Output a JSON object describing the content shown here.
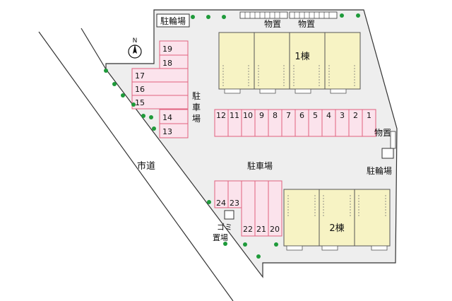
{
  "labels": {
    "bicycle_top": "駐輪場",
    "storage_1": "物置",
    "storage_2": "物置",
    "building_1": "1棟",
    "parking_vertical": "駐車場",
    "storage_right": "物置",
    "bicycle_right": "駐輪場",
    "parking_center": "駐車場",
    "city_road": "市道",
    "garbage": "ゴミ置場",
    "building_2": "2棟"
  },
  "compass": {
    "letter": "N"
  },
  "parking": {
    "left_column": [
      "19",
      "18",
      "17",
      "16",
      "15",
      "14",
      "13"
    ],
    "center_row": [
      "12",
      "11",
      "10",
      "9",
      "8",
      "7",
      "6",
      "5",
      "4",
      "3",
      "2",
      "1"
    ],
    "bottom_upper": [
      "24",
      "23"
    ],
    "bottom_lower": [
      "22",
      "21",
      "20"
    ]
  },
  "colors": {
    "parking_fill": "#fbe3ec",
    "parking_stroke": "#e0607e",
    "building_fill": "#f7f3c4",
    "lot_fill": "#eeeeee",
    "tree": "#1e9a3a"
  }
}
